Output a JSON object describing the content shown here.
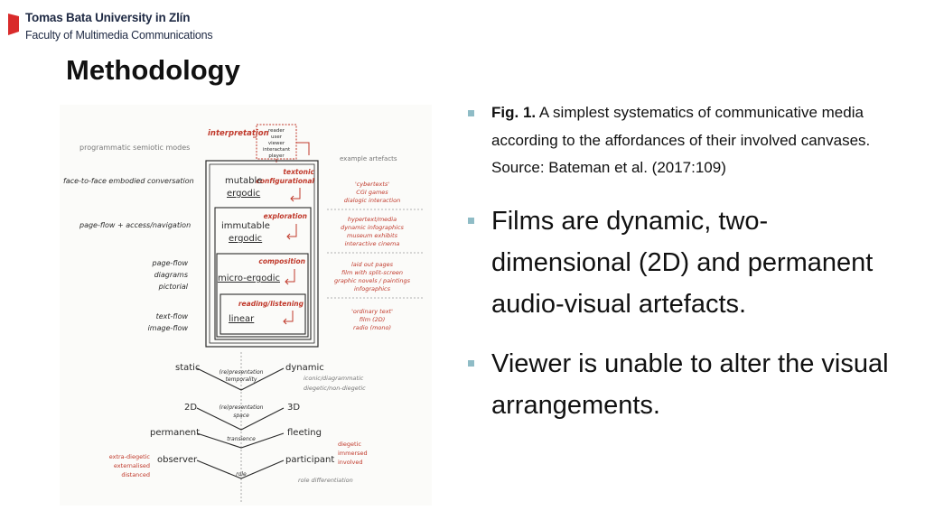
{
  "header": {
    "university": "Tomas Bata University in Zlín",
    "faculty": "Faculty of Multimedia Communications",
    "logo_color": "#d92b2b"
  },
  "slide": {
    "title": "Methodology"
  },
  "bullets": [
    {
      "caption_label": "Fig. 1.",
      "caption_text": "A simplest systematics of communicative media according to the affordances of their involved canvases. Source: Bateman et al. (2017:109)"
    },
    {
      "text": "Films are dynamic, two-dimensional (2D) and permanent audio-visual artefacts."
    },
    {
      "text": "Viewer is unable to alter the visual arrangements."
    }
  ],
  "figure": {
    "interpretation": "interpretation",
    "reader_box": [
      "reader",
      "user",
      "viewer",
      "interactant",
      "player"
    ],
    "left_labels": {
      "programmatic": "programmatic semiotic modes",
      "face": "face-to-face embodied conversation",
      "pageflow": "page-flow + access/navigation",
      "group3": [
        "page-flow",
        "diagrams",
        "pictorial"
      ],
      "group4": [
        "text-flow",
        "image-flow"
      ]
    },
    "example_artefacts": "example artefacts",
    "layers": {
      "textonic": "textonic",
      "configurational": "configurational",
      "mutable": "mutable",
      "mutable_ergodic": "ergodic",
      "exploration": "exploration",
      "immutable": "immutable",
      "immutable_ergodic": "ergodic",
      "composition": "composition",
      "micro": "micro-ergodic",
      "reading": "reading/listening",
      "linear": "linear"
    },
    "examples": {
      "e1": [
        "'cybertexts'",
        "CGI games",
        "dialogic interaction"
      ],
      "e2": [
        "hypertext/media",
        "dynamic infographics",
        "museum exhibits",
        "interactive cinema"
      ],
      "e3": [
        "laid out pages",
        "film with split-screen",
        "graphic novels / paintings",
        "infographics"
      ],
      "e4": [
        "'ordinary text'",
        "film (2D)",
        "radio (mono)"
      ]
    },
    "dims": {
      "static": "static",
      "dynamic": "dynamic",
      "rep_temporality": [
        "(re)presentation",
        "temporality"
      ],
      "iconic": "iconic/diagrammatic",
      "diegetic": "diegetic/non-diegetic",
      "twoD": "2D",
      "threeD": "3D",
      "rep_space": [
        "(re)presentation",
        "space"
      ],
      "permanent": "permanent",
      "transience": "transience",
      "fleeting": "fleeting",
      "observer": "observer",
      "participant": "participant",
      "role": "role",
      "left_role": [
        "extra-diegetic",
        "externalised",
        "distanced"
      ],
      "right_role": [
        "diegetic",
        "immersed",
        "involved"
      ],
      "role_diff": "role differentiation"
    },
    "red": "#c0392b",
    "ink": "#2a2a2a"
  }
}
